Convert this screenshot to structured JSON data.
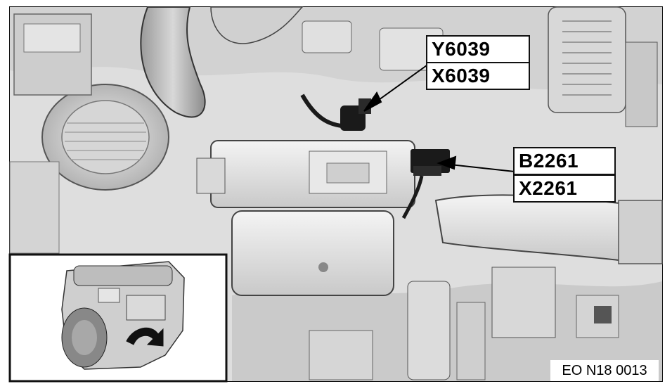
{
  "labels": {
    "upper_connector_top": "Y6039",
    "upper_connector_bottom": "X6039",
    "lower_connector_top": "B2261",
    "lower_connector_bottom": "X2261"
  },
  "reference_code": "EO N18 0013",
  "colors": {
    "background": "#ffffff",
    "line": "#111111",
    "engine_light": "#e9e9e9",
    "engine_mid": "#cfcfcf",
    "engine_dark": "#8a8a8a",
    "connector": "#1a1a1a"
  }
}
